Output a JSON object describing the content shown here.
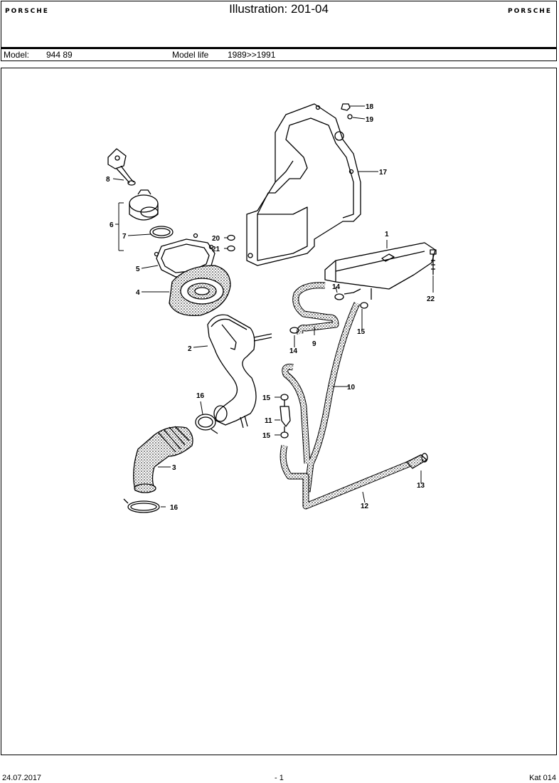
{
  "header": {
    "title": "Illustration: 201-04",
    "brand_left": "PORSCHE",
    "brand_right": "PORSCHE"
  },
  "model_bar": {
    "model_label": "Model:",
    "model_value": "944 89",
    "life_label": "Model life",
    "life_value": "1989>>1991"
  },
  "diagram": {
    "part_numbers": [
      "1",
      "2",
      "3",
      "4",
      "5",
      "6",
      "7",
      "8",
      "9",
      "10",
      "11",
      "12",
      "13",
      "14",
      "14",
      "15",
      "15",
      "15",
      "16",
      "16",
      "17",
      "18",
      "19",
      "20",
      "21",
      "22"
    ]
  },
  "footer": {
    "date": "24.07.2017",
    "page": "- 1",
    "catalog": "Kat 014"
  }
}
